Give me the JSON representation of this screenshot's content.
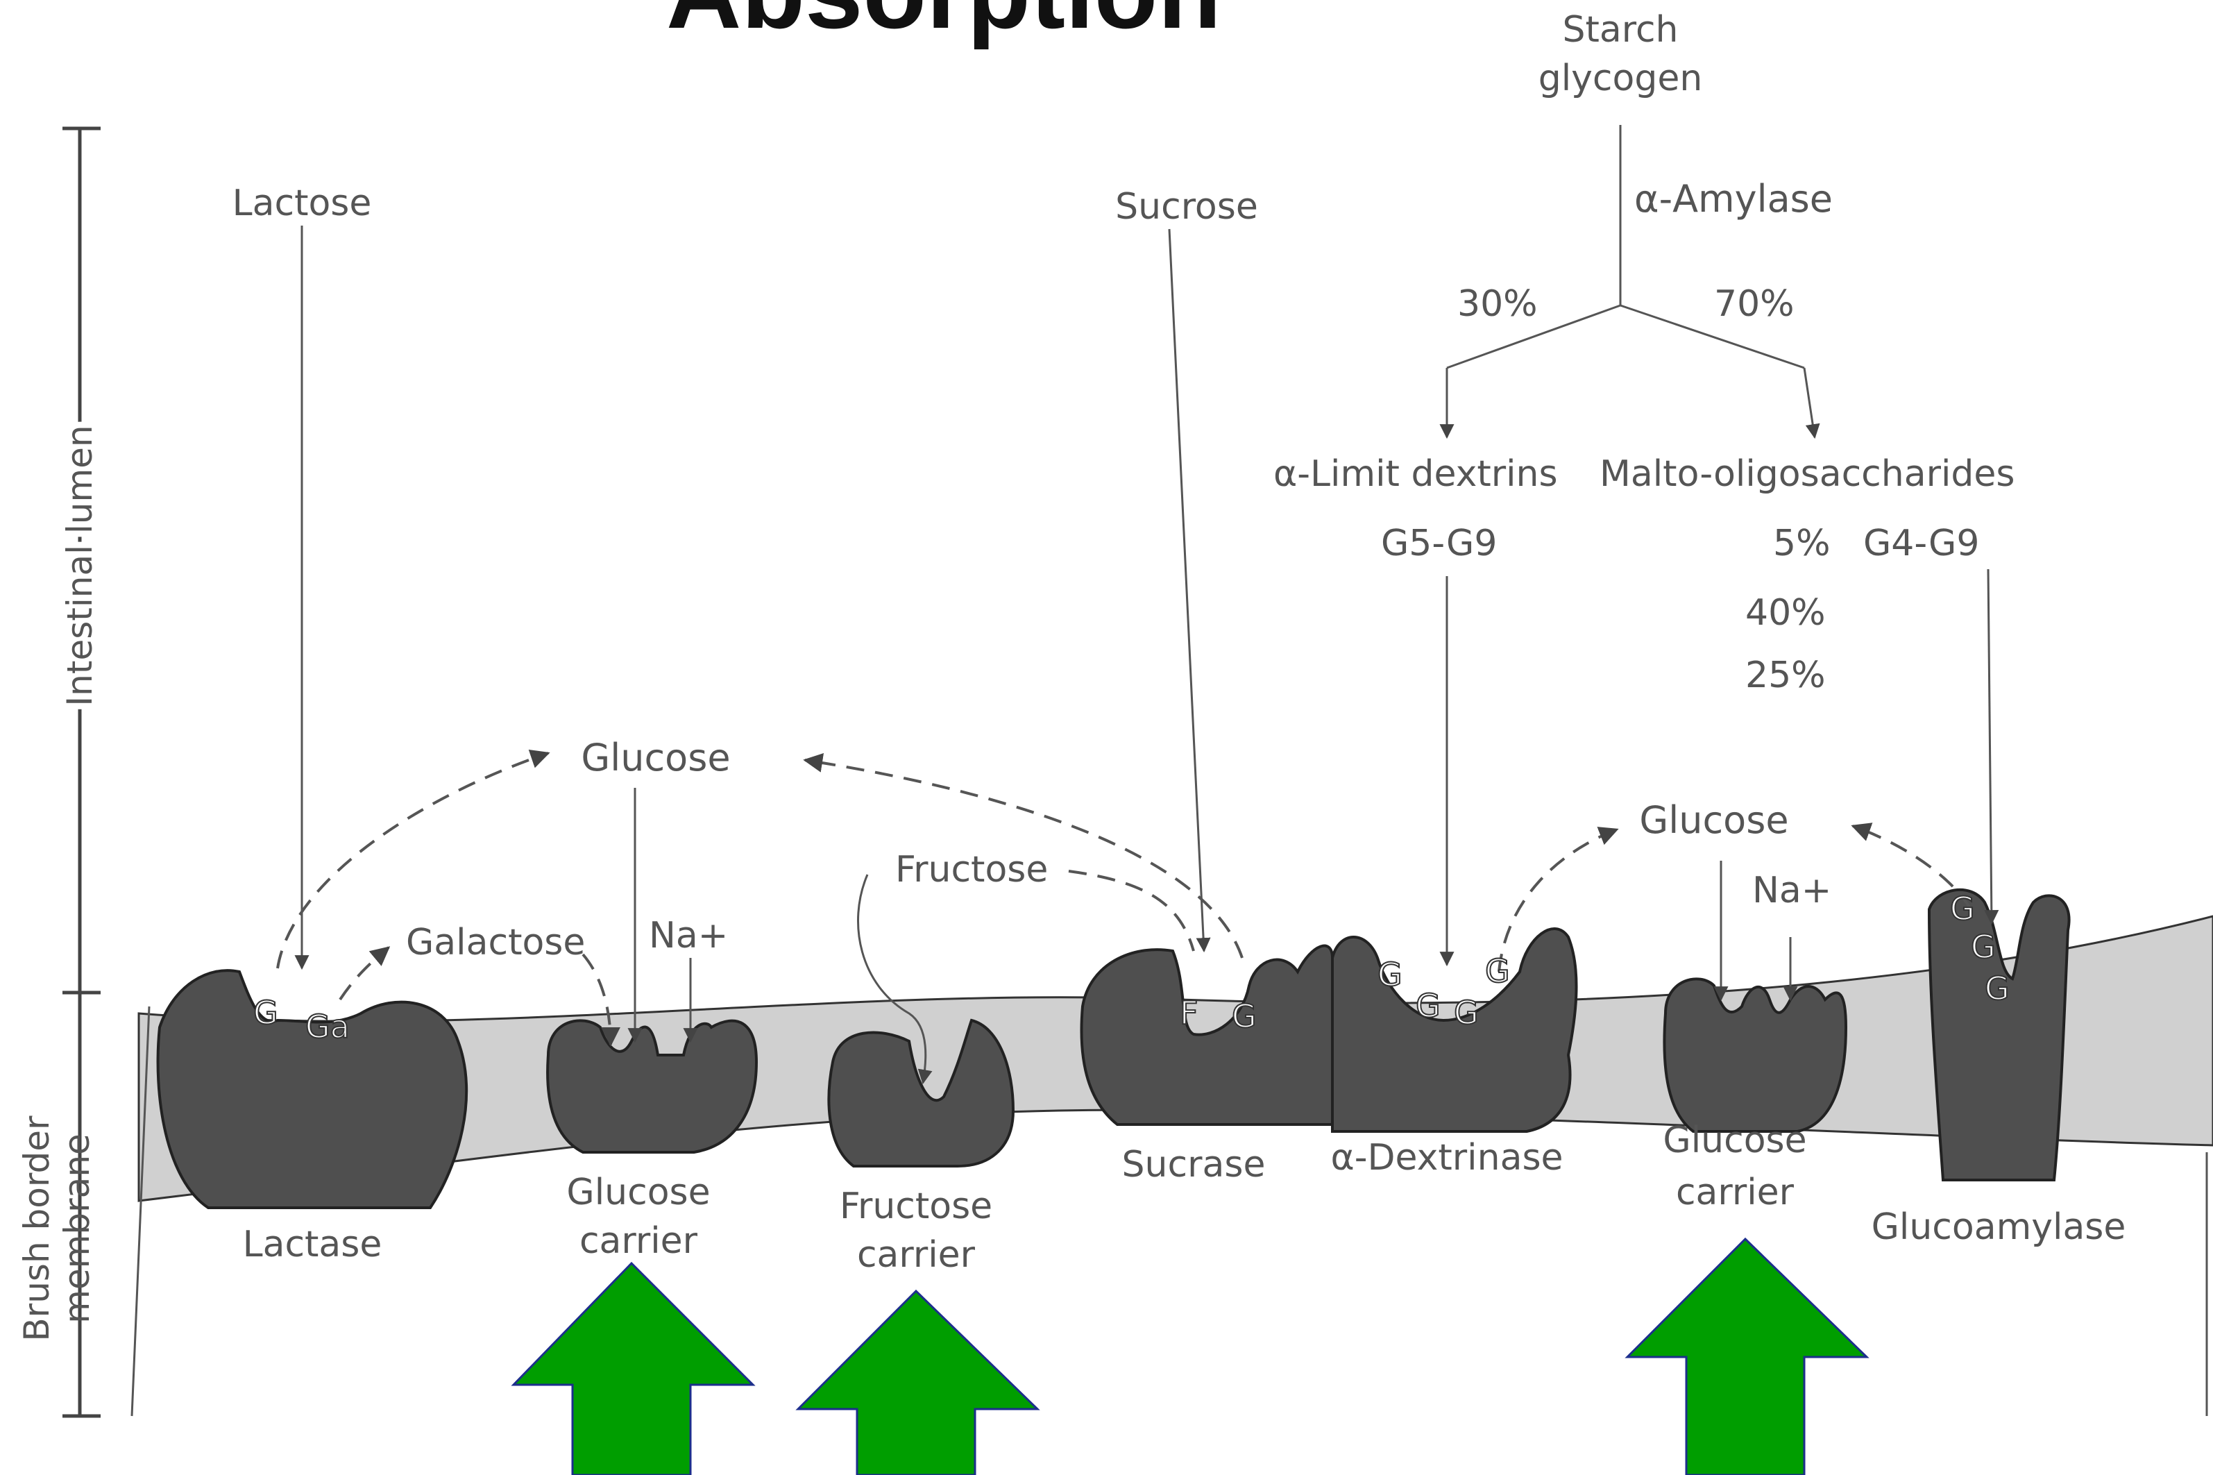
{
  "title": "Absorption",
  "axis": {
    "lumen": "Intestinal lumen",
    "membrane_line1": "Brush border",
    "membrane_line2": "membrane"
  },
  "substrates": {
    "lactose": "Lactose",
    "sucrose": "Sucrose",
    "starch_line1": "Starch",
    "starch_line2": "glycogen",
    "amylase": "α-Amylase",
    "pct_30": "30%",
    "pct_70": "70%",
    "limit_dextrins": "α-Limit dextrins",
    "malto": "Malto-oligosaccharides",
    "g5g9": "G5-G9",
    "pct_5": "5%",
    "g4g9": "G4-G9",
    "pct_40": "40%",
    "pct_25": "25%"
  },
  "products": {
    "glucose_left": "Glucose",
    "glucose_right": "Glucose",
    "galactose": "Galactose",
    "fructose": "Fructose",
    "na_left": "Na+",
    "na_right": "Na+"
  },
  "bound": {
    "g": "G",
    "ga": "Ga",
    "f": "F",
    "g2": "G",
    "d1": "G",
    "d2": "G",
    "d3": "G",
    "d4": "G",
    "a1": "G",
    "a2": "G",
    "a3": "G"
  },
  "enzymes": {
    "lactase": "Lactase",
    "glucose_carrier_1_line1": "Glucose",
    "glucose_carrier_1_line2": "carrier",
    "fructose_carrier_line1": "Fructose",
    "fructose_carrier_line2": "carrier",
    "sucrase": "Sucrase",
    "dextrinase": "α-Dextrinase",
    "glucose_carrier_2_line1": "Glucose",
    "glucose_carrier_2_line2": "carrier",
    "glucoamylase": "Glucoamylase"
  },
  "colors": {
    "highlight_arrow": "#009e00",
    "highlight_outline": "#1c2e8c",
    "protein": "#4f4f4f",
    "membrane": "#d0d0d0"
  }
}
